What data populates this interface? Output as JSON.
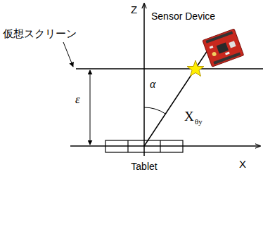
{
  "diagram": {
    "labels": [
      "Z",
      "Sensor Device",
      "仮想スクリーン",
      "α",
      "ε",
      "X",
      "θy",
      "X",
      "Tablet"
    ]
  }
}
